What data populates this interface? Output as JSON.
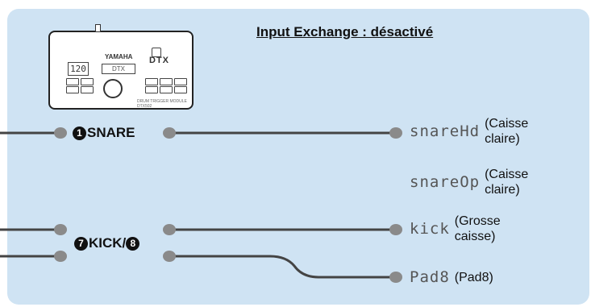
{
  "title": "Input Exchange : désactivé",
  "module": {
    "tempo_display": "120",
    "brand": "YAMAHA",
    "logo": "DTX",
    "screen_text": "DTX",
    "model_label": "DRUM TRIGGER MODULE DTX502"
  },
  "inputs": [
    {
      "number": "1",
      "label": "SNARE"
    },
    {
      "number": "7",
      "label": "KICK/",
      "number2": "8"
    }
  ],
  "voices": [
    {
      "name": "snareHd",
      "desc": "(Caisse claire)",
      "desc_line1": "(Caisse",
      "desc_line2": "claire)"
    },
    {
      "name": "snareOp",
      "desc": "(Caisse claire)",
      "desc_line1": "(Caisse",
      "desc_line2": "claire)"
    },
    {
      "name": "kick",
      "desc": "(Grosse caisse)",
      "desc_line1": "(Grosse",
      "desc_line2": "caisse)"
    },
    {
      "name": "Pad8",
      "desc": "(Pad8)"
    }
  ]
}
